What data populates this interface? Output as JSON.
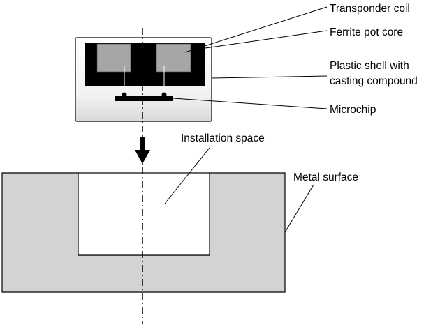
{
  "diagram": {
    "labels": {
      "transponder_coil": "Transponder coil",
      "ferrite_pot_core": "Ferrite pot core",
      "plastic_shell_line1": "Plastic shell with",
      "plastic_shell_line2": "casting compound",
      "microchip": "Microchip",
      "installation_space": "Installation space",
      "metal_surface": "Metal surface"
    },
    "colors": {
      "metal": "#d3d3d3",
      "shell_top": "#ffffff",
      "shell_bottom": "#dcdcdc",
      "ferrite": "#000000",
      "coil": "#a6a6a6",
      "outline": "#000000"
    }
  }
}
